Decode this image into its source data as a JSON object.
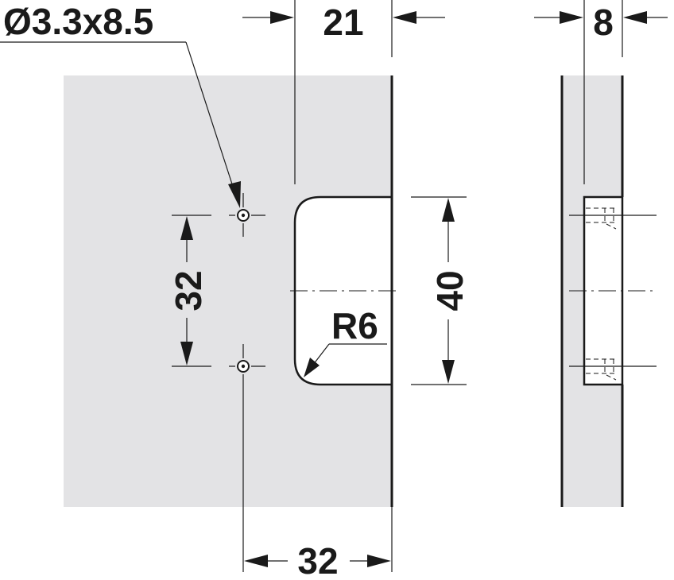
{
  "dimensions": {
    "hole": "Ø3.3x8.5",
    "width_top": "21",
    "depth_side": "8",
    "hole_spacing_vertical": "32",
    "cutout_height": "40",
    "corner_radius": "R6",
    "hole_offset_bottom": "32"
  }
}
